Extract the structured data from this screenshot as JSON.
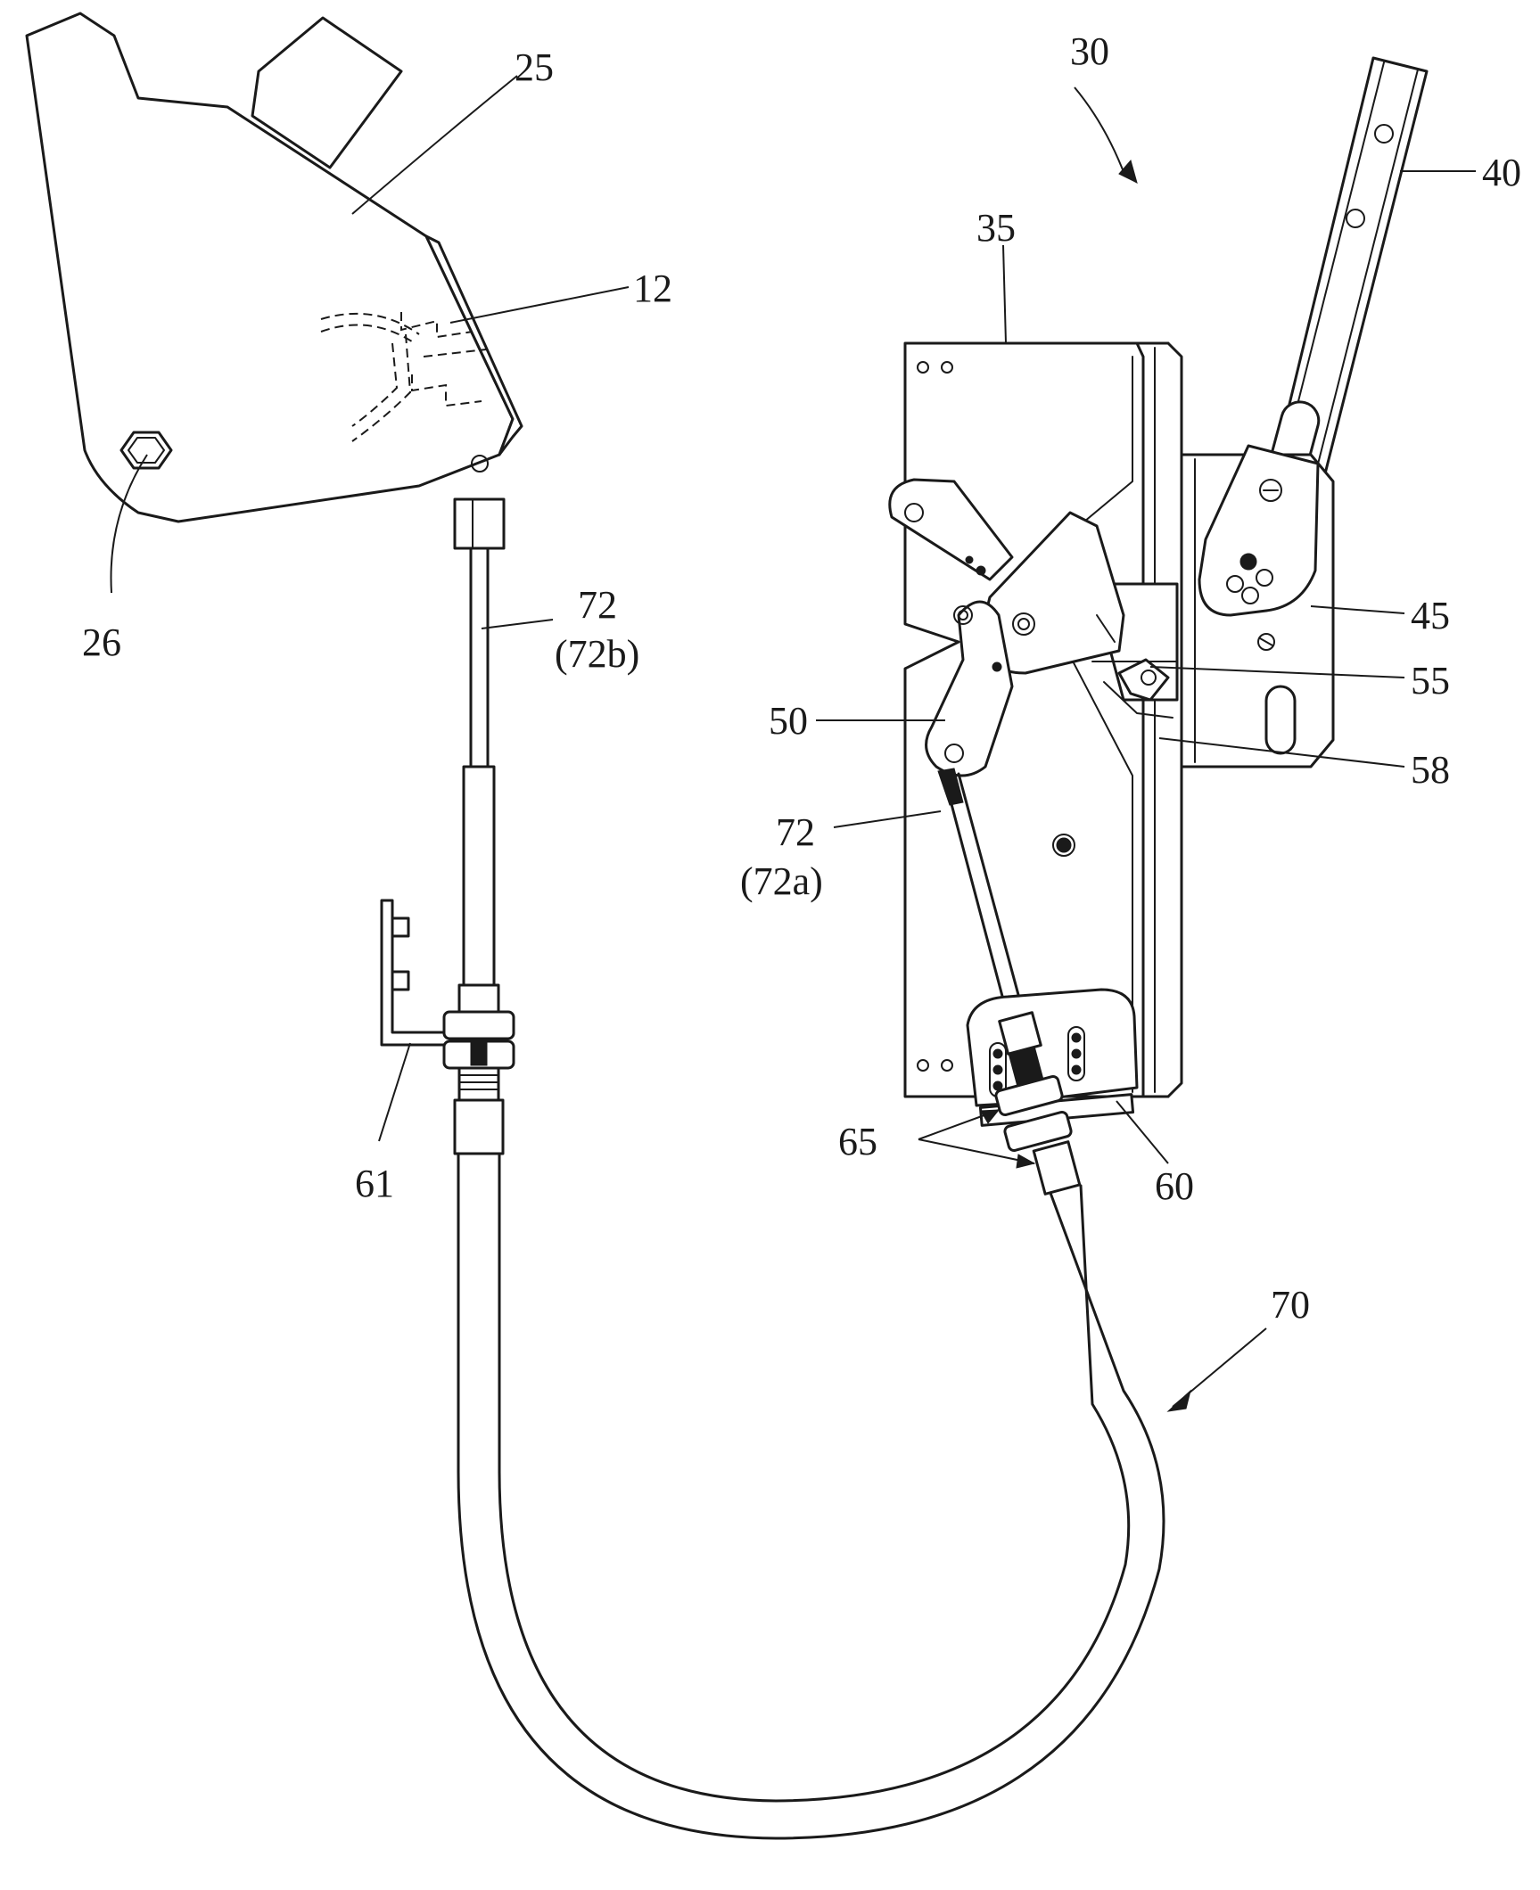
{
  "labels": {
    "n25": "25",
    "n12": "12",
    "n26": "26",
    "n72_left": "72",
    "n72b": "(72b)",
    "n61": "61",
    "n30": "30",
    "n35": "35",
    "n40": "40",
    "n45": "45",
    "n55": "55",
    "n58": "58",
    "n50": "50",
    "n72_right": "72",
    "n72a": "(72a)",
    "n65": "65",
    "n60": "60",
    "n70": "70"
  }
}
